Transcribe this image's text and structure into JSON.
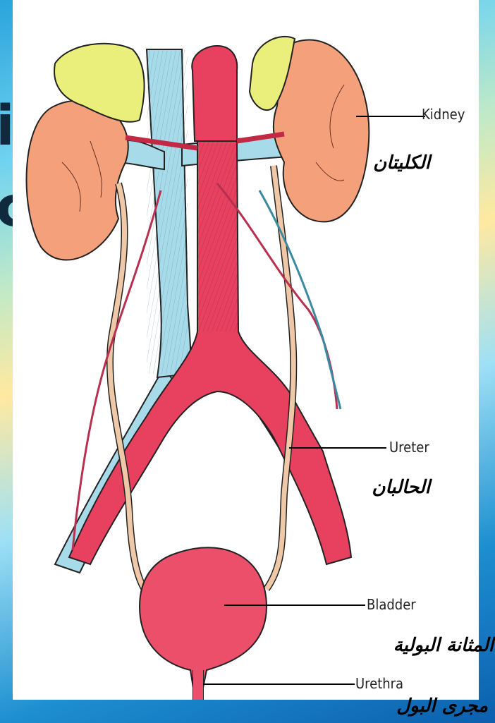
{
  "slide": {
    "background_fragments": [
      "i",
      "c"
    ]
  },
  "diagram": {
    "labels": [
      {
        "id": "kidney",
        "english": "Kidney",
        "arabic": "الكليتان"
      },
      {
        "id": "ureter",
        "english": "Ureter",
        "arabic": "الحالبان"
      },
      {
        "id": "bladder",
        "english": "Bladder",
        "arabic": "المثانة البولية"
      },
      {
        "id": "urethra",
        "english": "Urethra",
        "arabic": "مجرى البول"
      }
    ]
  },
  "colors": {
    "kidney": "#f4a07a",
    "adrenal": "#e9ef7a",
    "artery": "#e8405f",
    "vein": "#a8dbea",
    "ureter": "#efc8a8",
    "bladder": "#ec4f6a"
  }
}
